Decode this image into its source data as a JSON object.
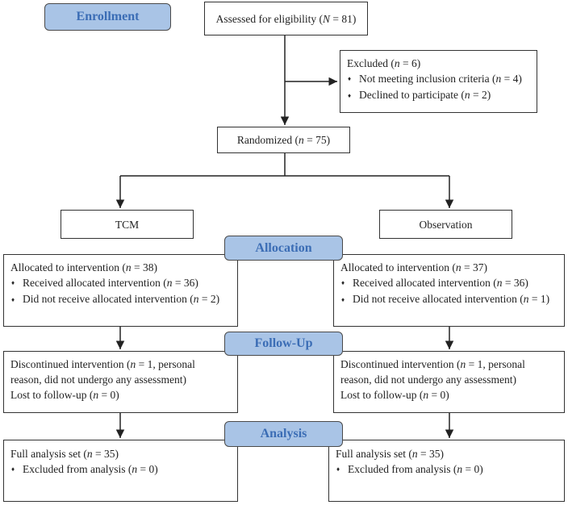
{
  "stages": {
    "enrollment": "Enrollment",
    "allocation": "Allocation",
    "follow_up": "Follow-Up",
    "analysis": "Analysis"
  },
  "eligibility": {
    "pre": "Assessed for eligibility (",
    "var": "N",
    "post": " = 81)"
  },
  "excluded": {
    "title": {
      "pre": "Excluded (",
      "var": "n",
      "post": " = 6)"
    },
    "items": [
      {
        "pre": "Not meeting inclusion criteria (",
        "var": "n",
        "post": " = 4)"
      },
      {
        "pre": "Declined to participate (",
        "var": "n",
        "post": " = 2)"
      }
    ]
  },
  "randomized": {
    "pre": "Randomized (",
    "var": "n",
    "post": " = 75)"
  },
  "arms": {
    "left": {
      "name": "TCM",
      "allocation": {
        "title": {
          "pre": "Allocated to intervention (",
          "var": "n",
          "post": " = 38)"
        },
        "items": [
          {
            "pre": "Received allocated intervention (",
            "var": "n",
            "post": " = 36)"
          },
          {
            "pre": "Did not receive allocated intervention (",
            "var": "n",
            "post": " = 2)"
          }
        ]
      },
      "followup": {
        "line1": {
          "pre": "Discontinued intervention (",
          "var": "n",
          "post": " = 1, personal"
        },
        "line2": "reason, did not undergo any assessment)",
        "line3": {
          "pre": "Lost to follow-up (",
          "var": "n",
          "post": " = 0)"
        }
      },
      "analysis": {
        "title": {
          "pre": "Full analysis set (",
          "var": "n",
          "post": " = 35)"
        },
        "item": {
          "pre": "Excluded from analysis (",
          "var": "n",
          "post": " = 0)"
        }
      }
    },
    "right": {
      "name": "Observation",
      "allocation": {
        "title": {
          "pre": "Allocated to intervention (",
          "var": "n",
          "post": " = 37)"
        },
        "items": [
          {
            "pre": "Received allocated intervention (",
            "var": "n",
            "post": " = 36)"
          },
          {
            "pre": "Did not receive allocated intervention (",
            "var": "n",
            "post": " = 1)"
          }
        ]
      },
      "followup": {
        "line1": {
          "pre": "Discontinued intervention (",
          "var": "n",
          "post": " = 1, personal"
        },
        "line2": "reason, did not undergo any assessment)",
        "line3": {
          "pre": "Lost to follow-up (",
          "var": "n",
          "post": " = 0)"
        }
      },
      "analysis": {
        "title": {
          "pre": "Full analysis set (",
          "var": "n",
          "post": " = 35)"
        },
        "item": {
          "pre": "Excluded from analysis (",
          "var": "n",
          "post": " = 0)"
        }
      }
    }
  },
  "bullet_glyph": "♦"
}
